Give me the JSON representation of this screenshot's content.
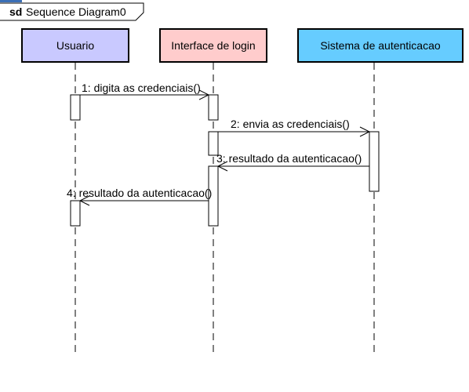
{
  "frame": {
    "keyword": "sd",
    "name": "Sequence Diagram0"
  },
  "lifelines": [
    {
      "id": "usuario",
      "label": "Usuario",
      "fill": "#c9c9ff"
    },
    {
      "id": "interface",
      "label": "Interface de login",
      "fill": "#ffcccc"
    },
    {
      "id": "sistema",
      "label": "Sistema de autenticacao",
      "fill": "#66ccff"
    }
  ],
  "messages": [
    {
      "id": "m1",
      "label": "1: digita as credenciais()",
      "from": "usuario",
      "to": "interface",
      "kind": "call"
    },
    {
      "id": "m2",
      "label": "2: envia as credenciais()",
      "from": "interface",
      "to": "sistema",
      "kind": "call"
    },
    {
      "id": "m3",
      "label": "3: resultado da autenticacao()",
      "from": "sistema",
      "to": "interface",
      "kind": "return"
    },
    {
      "id": "m4",
      "label": "4: resultado da autenticacao()",
      "from": "interface",
      "to": "usuario",
      "kind": "return"
    }
  ],
  "colors": {
    "line": "#000000",
    "frame_stroke": "#000000",
    "accent": "#3b6fb6"
  }
}
